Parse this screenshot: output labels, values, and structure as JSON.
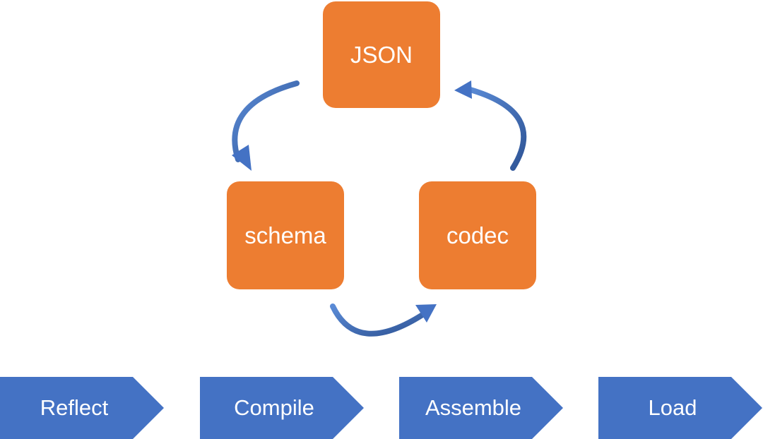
{
  "colors": {
    "node_fill": "#ED7D31",
    "arrow_fill": "#4472C4",
    "pipeline_fill": "#4472C4",
    "text": "#FFFFFF"
  },
  "cycle": {
    "nodes": [
      {
        "label": "JSON"
      },
      {
        "label": "schema"
      },
      {
        "label": "codec"
      }
    ],
    "arrows": [
      {
        "from": "JSON",
        "to": "schema"
      },
      {
        "from": "schema",
        "to": "codec"
      },
      {
        "from": "codec",
        "to": "JSON"
      }
    ]
  },
  "pipeline": {
    "steps": [
      {
        "label": "Reflect"
      },
      {
        "label": "Compile"
      },
      {
        "label": "Assemble"
      },
      {
        "label": "Load"
      }
    ]
  }
}
